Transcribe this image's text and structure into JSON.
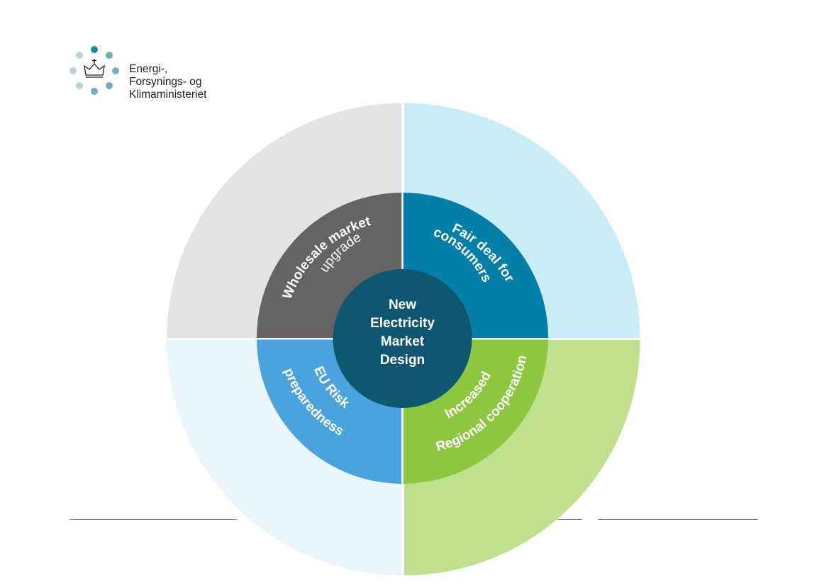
{
  "logo": {
    "lines": [
      "Energi-,",
      "Forsynings- og",
      "Klimaministeriet"
    ],
    "dot_colors": [
      "#1a8fa0",
      "#b8d3da",
      "#6fb0bd"
    ]
  },
  "diagram": {
    "center": {
      "lines": [
        "New",
        "Electricity",
        "Market",
        "Design"
      ],
      "color": "#0f5770"
    },
    "segments": [
      {
        "id": "wholesale",
        "line1": "Wholesale market",
        "line2": "upgrade",
        "color": "#646464",
        "outer_color": "#e4e4e4"
      },
      {
        "id": "consumers",
        "line1": "Fair deal for",
        "line2": "consumers",
        "color": "#037ea6",
        "outer_color": "#c8edf9"
      },
      {
        "id": "regional",
        "line1": "Increased",
        "line2": "Regional cooperation",
        "color": "#8dc63f",
        "outer_color": "#bfe08e"
      },
      {
        "id": "risk",
        "line1": "EU Risk",
        "line2": "preparedness",
        "color": "#4ba3dd",
        "outer_color": "#eaf5fc"
      }
    ]
  }
}
